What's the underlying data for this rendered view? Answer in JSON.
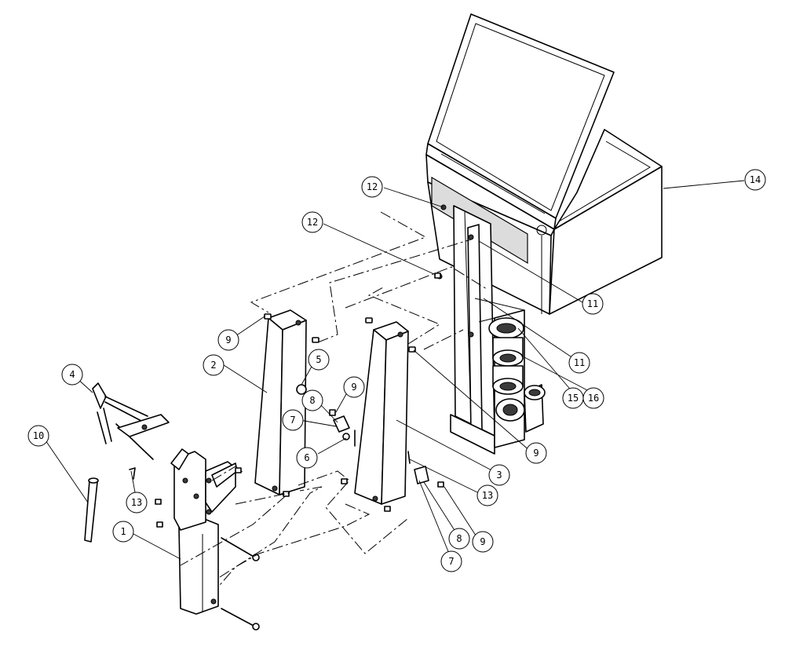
{
  "callouts": [
    {
      "id": "c14",
      "label": "14"
    },
    {
      "id": "c12a",
      "label": "12"
    },
    {
      "id": "c12b",
      "label": "12"
    },
    {
      "id": "c11a",
      "label": "11"
    },
    {
      "id": "c11b",
      "label": "11"
    },
    {
      "id": "c9a",
      "label": "9"
    },
    {
      "id": "c2",
      "label": "2"
    },
    {
      "id": "c5",
      "label": "5"
    },
    {
      "id": "c9b",
      "label": "9"
    },
    {
      "id": "c8a",
      "label": "8"
    },
    {
      "id": "c7a",
      "label": "7"
    },
    {
      "id": "c6",
      "label": "6"
    },
    {
      "id": "c15",
      "label": "15"
    },
    {
      "id": "c16",
      "label": "16"
    },
    {
      "id": "c9c",
      "label": "9"
    },
    {
      "id": "c3",
      "label": "3"
    },
    {
      "id": "c4",
      "label": "4"
    },
    {
      "id": "c10",
      "label": "10"
    },
    {
      "id": "c13a",
      "label": "13"
    },
    {
      "id": "c13b",
      "label": "13"
    },
    {
      "id": "c1",
      "label": "1"
    },
    {
      "id": "c8b",
      "label": "8"
    },
    {
      "id": "c9d",
      "label": "9"
    },
    {
      "id": "c7b",
      "label": "7"
    }
  ]
}
